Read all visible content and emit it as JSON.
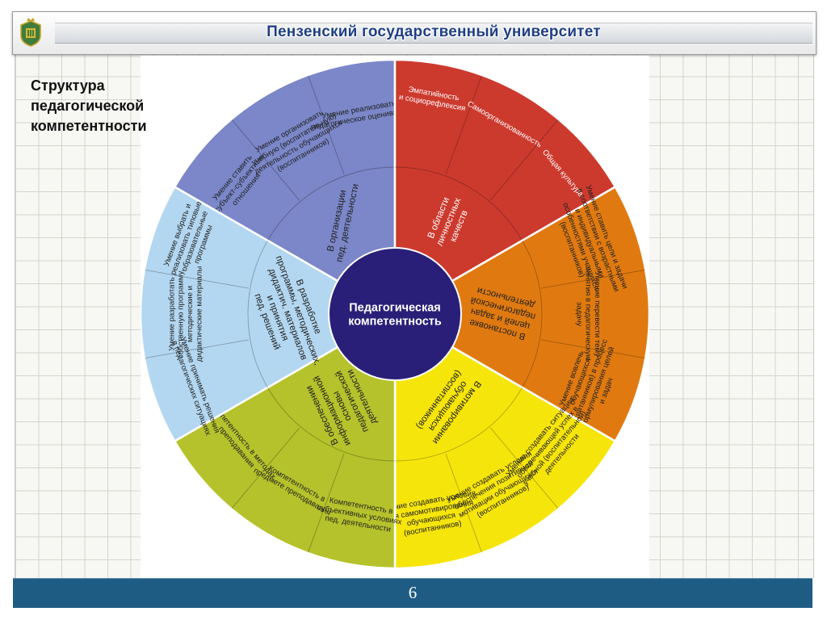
{
  "header": {
    "title": "Пензенский государственный университет",
    "emblem_icon": "coat-of-arms-icon"
  },
  "slide": {
    "title_lines": [
      "Структура",
      "педагогической",
      "компетентности"
    ],
    "page_number": "6"
  },
  "wheel": {
    "center_label": [
      "Педагогическая",
      "компетентность"
    ],
    "center_color": "#2a1f78",
    "sectors": [
      {
        "id": "organization",
        "color": "#7b87c8",
        "label": [
          "В организации",
          "пед. деятельности"
        ],
        "items": [
          [
            "Умение ставить",
            "субъект-субъектные",
            "отношения"
          ],
          [
            "Умение организовать",
            "учебную (воспитательную)",
            "деятельность обучающихся",
            "(воспитанников)"
          ],
          [
            "Умение реализовать",
            "педагогическое оценивание"
          ]
        ]
      },
      {
        "id": "personal",
        "color": "#cc3a2e",
        "label": [
          "В области",
          "личностных",
          "качеств"
        ],
        "items": [
          [
            "Эмпатийность",
            "и социорефлексия"
          ],
          [
            "Самоорганизованность"
          ],
          [
            "Общая культура"
          ]
        ]
      },
      {
        "id": "goals",
        "color": "#e07a10",
        "label": [
          "В постановке",
          "целей и задач",
          "педагогической",
          "деятельности"
        ],
        "items": [
          [
            "Умение ставить цели и задачи",
            "в соответствии с возрастными",
            "и индивидуальными",
            "особенностями учащихся",
            "(воспитанников)"
          ],
          [
            "Умение перевести тему",
            "занятия в педагогическую",
            "задачу"
          ],
          [
            "Умение вовлечь",
            "обучающихся",
            "(воспитанников) в процесс",
            "формулирования целей",
            "и задач"
          ]
        ]
      },
      {
        "id": "motivation",
        "color": "#f6e50a",
        "label": [
          "В мотивировании",
          "обучающихся",
          "(воспитанников)"
        ],
        "items": [
          [
            "Умение создавать ситуации,",
            "обеспечивающей успех в",
            "учебной (воспитательной)",
            "деятельности"
          ],
          [
            "Умение создавать условия",
            "обеспечения позитивной",
            "мотивации обучающихся",
            "(воспитанников)"
          ],
          [
            "Умение создавать условия",
            "для самомотивирования",
            "обучающихся",
            "(воспитанников)"
          ]
        ]
      },
      {
        "id": "information",
        "color": "#b5c22b",
        "label": [
          "В обеспечении",
          "информационной",
          "основы",
          "педагогической",
          "деятельности"
        ],
        "items": [
          [
            "Компетентность в",
            "субъективных условиях",
            "пед. деятельности"
          ],
          [
            "Компетентность в",
            "предмете преподавания"
          ],
          [
            "Компетентность в методах",
            "преподавания"
          ]
        ]
      },
      {
        "id": "programs",
        "color": "#b3d7f1",
        "label": [
          "В разработке",
          "программы, методических,",
          "дидактич. материалов",
          "и принятия",
          "пед. решений"
        ],
        "items": [
          [
            "Умение принимать решения",
            "в педагогических ситуациях"
          ],
          [
            "Умение разработать",
            "собственную программу,",
            "методические и",
            "дидактические материалы"
          ],
          [
            "Умение выбрать и",
            "реализовать типовые",
            "образовательные",
            "программы"
          ]
        ]
      }
    ]
  }
}
